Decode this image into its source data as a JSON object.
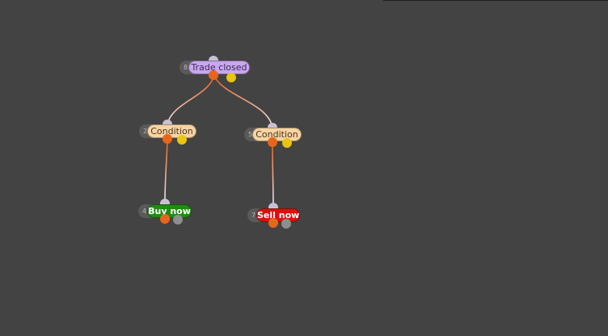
{
  "colors": {
    "background": "#434343",
    "wire_orange": "#e8661a",
    "wire_light": "#efe6f4"
  },
  "nodes": {
    "trade_closed": {
      "id": "8",
      "label": "Trade closed"
    },
    "condition_left": {
      "id": "2",
      "label": "Condition"
    },
    "condition_right": {
      "id": "5",
      "label": "Condition"
    },
    "buy_now": {
      "id": "4",
      "label": "Buy now"
    },
    "sell_now": {
      "id": "7",
      "label": "Sell now"
    }
  }
}
